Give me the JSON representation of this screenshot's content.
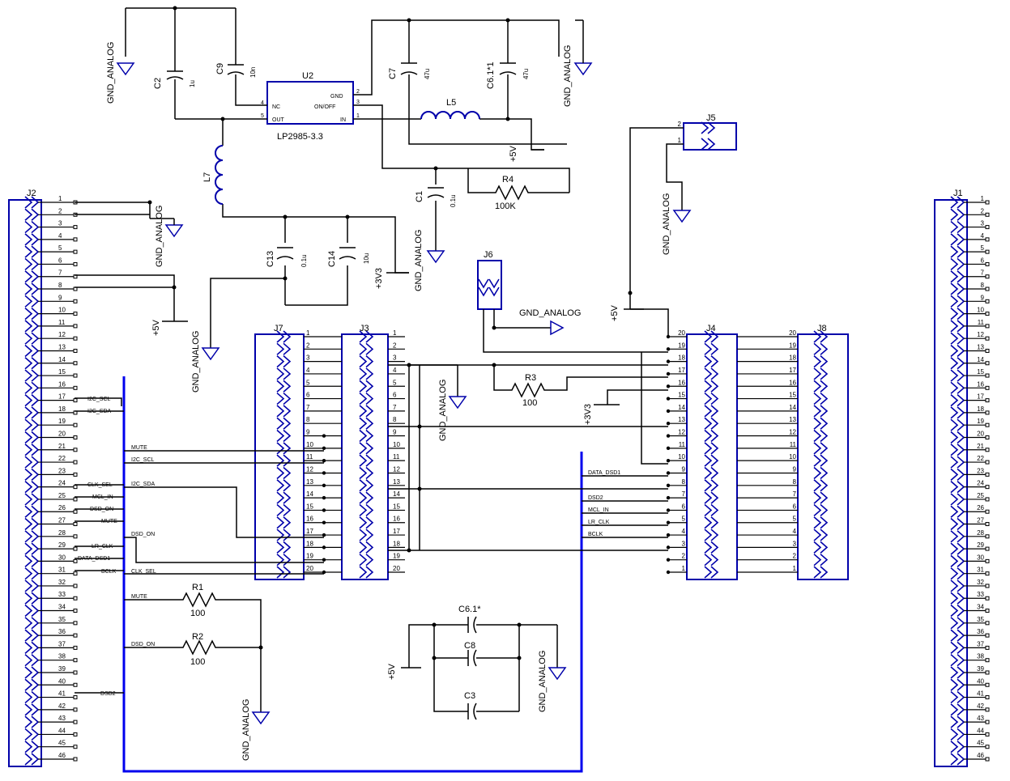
{
  "diagram": {
    "components": {
      "J2": "J2",
      "J1": "J1",
      "J5": "J5",
      "J6": "J6",
      "J7": "J7",
      "J3": "J3",
      "J4": "J4",
      "J8": "J8",
      "U2": "U2",
      "U2_part": "LP2985-3.3",
      "U2_pin_nc": "NC",
      "U2_pin_out": "OUT",
      "U2_pin_gnd": "GND",
      "U2_pin_onoff": "ON/OFF",
      "U2_pin_in": "IN",
      "C2": "C2",
      "C2_val": "1u",
      "C9": "C9",
      "C9_val": "10n",
      "C7": "C7",
      "C7_val": "47u",
      "C61b": "C6.1*1",
      "C61b_val": "47u",
      "L5": "L5",
      "L7": "L7",
      "C1": "C1",
      "C1_val": "0.1u",
      "R4": "R4",
      "R4_val": "100K",
      "C13": "C13",
      "C13_val": "0.1u",
      "C14": "C14",
      "C14_val": "10u",
      "R3": "R3",
      "R3_val": "100",
      "R1": "R1",
      "R1_val": "100",
      "R2": "R2",
      "R2_val": "100",
      "C61": "C6.1*",
      "C8": "C8",
      "C3": "C3"
    },
    "power": {
      "gnd_analog": "GND_ANALOG",
      "p5v": "+5V",
      "p3v3": "+3V3"
    },
    "j2_nets": {
      "p17": "I2C_SCL",
      "p18": "I2C_SDA",
      "p24": "CLK_SEL",
      "p25": "MCL_IN",
      "p26": "DSD_ON",
      "p27": "MUTE",
      "p29": "LR_CLK",
      "p30": "DATA_DSD1",
      "p31": "BCLK",
      "p41": "DSD2"
    },
    "bus_nets": {
      "mute": "MUTE",
      "i2c_scl": "I2C_SCL",
      "i2c_sda": "I2C_SDA",
      "dsd_on": "DSD_ON",
      "clk_sel": "CLK_SEL",
      "mute2": "MUTE",
      "dsd_on2": "DSD_ON"
    },
    "right_nets": {
      "data_dsd1": "DATA_DSD1",
      "dsd2": "DSD2",
      "mcl_in": "MCL_IN",
      "lr_clk": "LR_CLK",
      "bclk": "BCLK"
    },
    "pins": {
      "j2_count": 46,
      "j1_count": 46,
      "j7j3_count": 20,
      "j4j8_count": 20
    }
  }
}
